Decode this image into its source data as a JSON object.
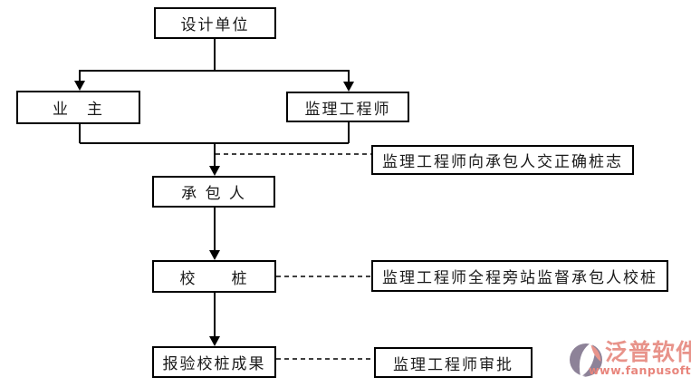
{
  "flow": {
    "design_unit": "设计单位",
    "owner": "业　主",
    "supervisor": "监理工程师",
    "contractor": "承 包 人",
    "check_pile": "校　　桩",
    "report_result": "报验校桩成果"
  },
  "notes": {
    "note1": "监理工程师向承包人交正确桩志",
    "note2": "监理工程师全程旁站监督承包人校桩",
    "note3": "监理工程师审批"
  },
  "logo": {
    "brand": "泛普软件",
    "website": "www.fanpusoft.com"
  },
  "colors": {
    "background": "#ffffff",
    "line": "#000000",
    "box_border": "#000000",
    "logo_primary": "#e8938a",
    "logo_secondary": "#8d8298"
  }
}
